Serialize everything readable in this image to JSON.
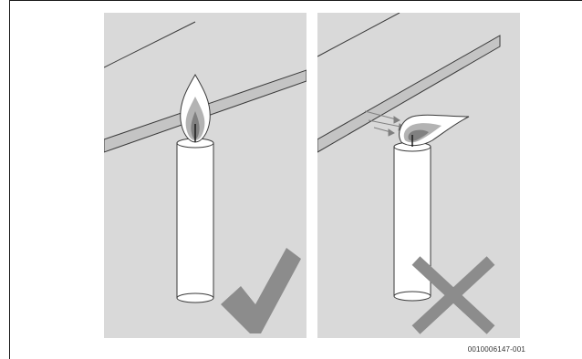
{
  "figure": {
    "panels": [
      {
        "condition": "still-air",
        "verdict": "correct",
        "mark_icon": "checkmark-icon"
      },
      {
        "condition": "draught",
        "verdict": "incorrect",
        "mark_icon": "cross-icon"
      }
    ],
    "reference_code": "0010006147-001"
  },
  "colors": {
    "panel_background": "#d9d9d9",
    "line": "#3a3a3a",
    "candle_fill": "#ffffff",
    "flame_outer": "#ffffff",
    "flame_middle": "#b3b3b3",
    "flame_inner": "#808080",
    "mark": "#8c8c8c"
  }
}
